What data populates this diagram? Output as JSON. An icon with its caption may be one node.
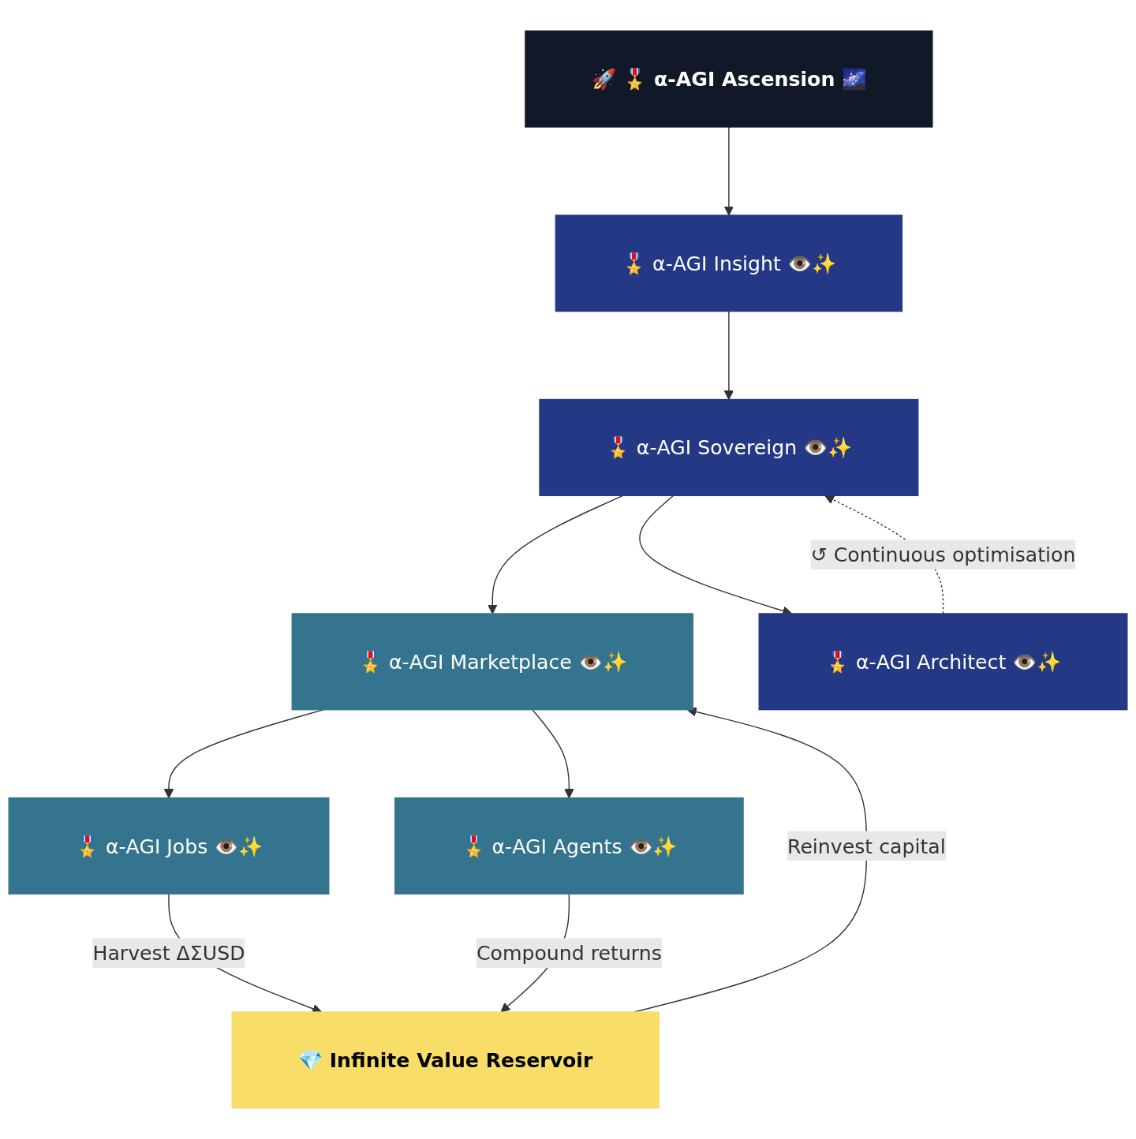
{
  "diagram": {
    "nodes": [
      {
        "text": [
          "🚀 🎖️ α-AGI Ascension 🌌"
        ]
      },
      {
        "text": [
          "🎖️ α-AGI Insight 👁️✨"
        ]
      },
      {
        "text": [
          "🎖️ α-AGI Sovereign 👁️✨"
        ]
      },
      {
        "text": [
          "🎖️ α-AGI Marketplace 👁️✨"
        ]
      },
      {
        "text": [
          "🎖️ α-AGI Architect 👁️✨"
        ]
      },
      {
        "text": [
          "🎖️ α-AGI Jobs 👁️✨"
        ]
      },
      {
        "text": [
          "🎖️ α-AGI Agents 👁️✨"
        ]
      },
      {
        "text": [
          "💎 Infinite Value Reservoir"
        ]
      }
    ],
    "edges": [
      {
        "from": 0,
        "to": 1,
        "arrow": "to"
      },
      {
        "from": 1,
        "to": 2,
        "arrow": "to"
      },
      {
        "from": 2,
        "to": 3,
        "arrow": "to"
      },
      {
        "from": 2,
        "to": 4,
        "arrow": "to"
      },
      {
        "from": 4,
        "to": 2,
        "arrow": "to",
        "label": "↺ Continuous optimisation",
        "style": "dashed"
      },
      {
        "from": 3,
        "to": 5,
        "arrow": "to"
      },
      {
        "from": 3,
        "to": 6,
        "arrow": "to"
      },
      {
        "from": 5,
        "to": 7,
        "arrow": "to",
        "label": "Harvest ΔΣUSD"
      },
      {
        "from": 6,
        "to": 7,
        "arrow": "to",
        "label": "Compound returns"
      },
      {
        "from": 7,
        "to": 3,
        "arrow": "to",
        "label": "Reinvest capital"
      }
    ]
  }
}
